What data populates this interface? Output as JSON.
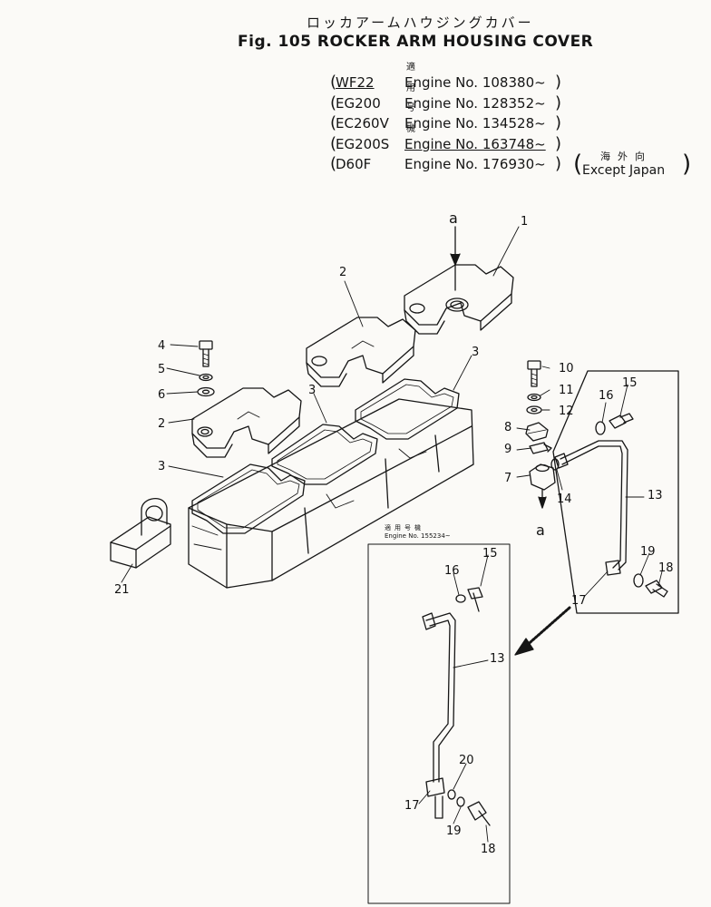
{
  "title": {
    "jp": "ロッカアームハウジングカバー",
    "en": "Fig. 105  ROCKER ARM HOUSING COVER"
  },
  "applicability": {
    "header": "適用号機",
    "rows": [
      {
        "model": "WF22",
        "engine": "Engine No. 108380~"
      },
      {
        "model": "EG200",
        "engine": "Engine No. 128352~"
      },
      {
        "model": "EC260V",
        "engine": "Engine No. 134528~"
      },
      {
        "model": "EG200S",
        "engine": "Engine No. 163748~"
      },
      {
        "model": "D60F",
        "engine": "Engine No. 176930~"
      }
    ],
    "except_jp": "海外向",
    "except_en": "Except Japan"
  },
  "inset_note": {
    "jp": "適用号機",
    "en": "Engine No. 155234~"
  },
  "arrow_labels": {
    "a_top": "a",
    "a_bottom": "a"
  },
  "callouts": {
    "c1": "1",
    "c2a": "2",
    "c2b": "2",
    "c3a": "3",
    "c3b": "3",
    "c3c": "3",
    "c4": "4",
    "c5": "5",
    "c6": "6",
    "c7": "7",
    "c8": "8",
    "c9": "9",
    "c10": "10",
    "c11": "11",
    "c12": "12",
    "c13a": "13",
    "c13b": "13",
    "c14": "14",
    "c15a": "15",
    "c15b": "15",
    "c16a": "16",
    "c16b": "16",
    "c17a": "17",
    "c17b": "17",
    "c18a": "18",
    "c18b": "18",
    "c19a": "19",
    "c19b": "19",
    "c20": "20",
    "c21": "21"
  }
}
